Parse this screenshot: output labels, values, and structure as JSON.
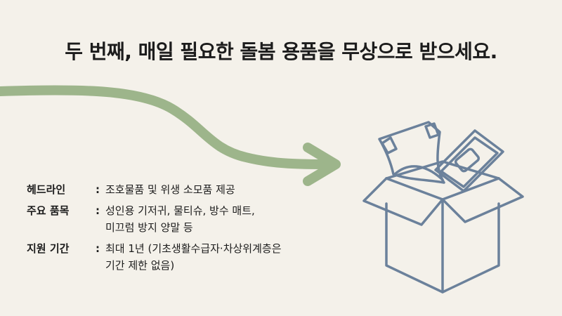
{
  "title": "두 번째, 매일 필요한 돌봄 용품을 무상으로 받으세요.",
  "icons": {
    "arrow": "curved-arrow-icon",
    "box": "open-box-supplies-icon"
  },
  "colors": {
    "background": "#f4f1ea",
    "arrow": "#9db58b",
    "box": "#6b819b"
  },
  "info": [
    {
      "label": "헤드라인",
      "colon": ":",
      "value": "조호물품 및 위생 소모품 제공"
    },
    {
      "label": "주요 품목",
      "colon": ":",
      "value": "성인용 기저귀, 물티슈, 방수 매트,\n미끄럼 방지 양말 등"
    },
    {
      "label": "지원 기간",
      "colon": ":",
      "value": "최대 1년 (기초생활수급자·차상위계층은\n기간 제한 없음)"
    }
  ]
}
